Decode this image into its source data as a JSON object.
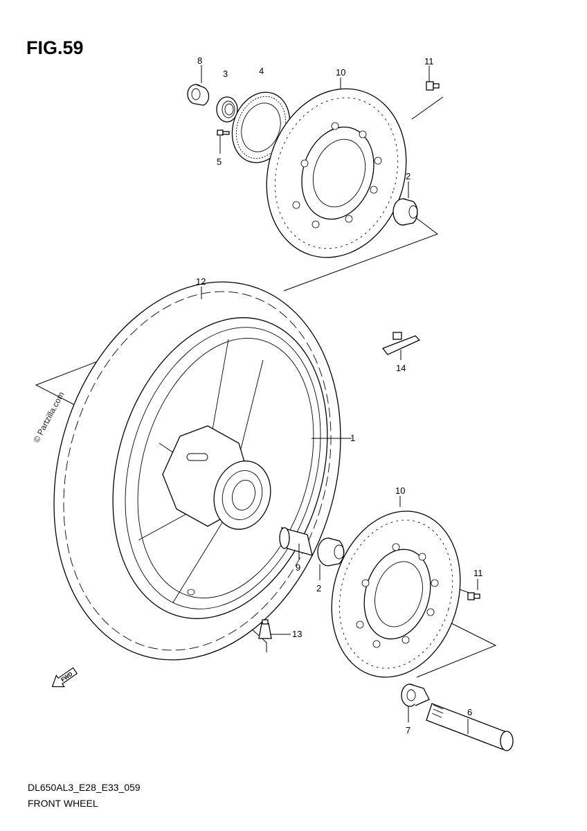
{
  "figure": {
    "title": "FIG.59",
    "code": "DL650AL3_E28_E33_059",
    "caption": "FRONT WHEEL",
    "watermark": "© Partzilla.com",
    "direction_badge": "FWD"
  },
  "callouts": [
    {
      "id": "c8a",
      "label": "8"
    },
    {
      "id": "c3",
      "label": "3"
    },
    {
      "id": "c4",
      "label": "4"
    },
    {
      "id": "c10a",
      "label": "10"
    },
    {
      "id": "c11a",
      "label": "11"
    },
    {
      "id": "c5",
      "label": "5"
    },
    {
      "id": "c2a",
      "label": "2"
    },
    {
      "id": "c12",
      "label": "12"
    },
    {
      "id": "c14",
      "label": "14"
    },
    {
      "id": "c1",
      "label": "1"
    },
    {
      "id": "c10b",
      "label": "10"
    },
    {
      "id": "c9",
      "label": "9"
    },
    {
      "id": "c2b",
      "label": "2"
    },
    {
      "id": "c11b",
      "label": "11"
    },
    {
      "id": "c13",
      "label": "13"
    },
    {
      "id": "c6",
      "label": "6"
    },
    {
      "id": "c7",
      "label": "7"
    }
  ]
}
